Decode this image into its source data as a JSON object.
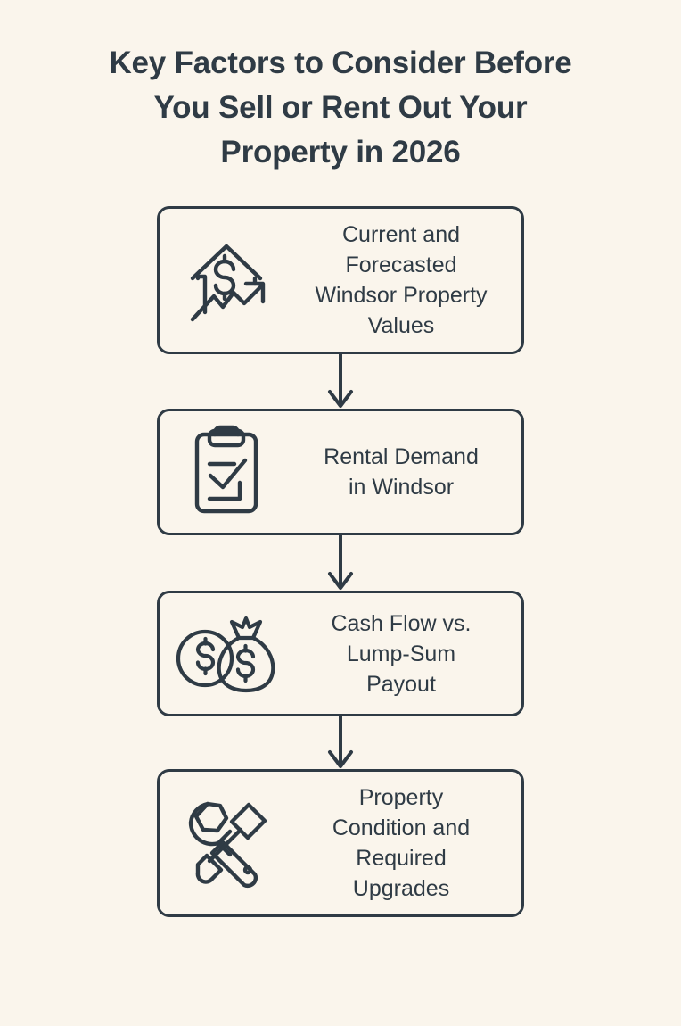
{
  "theme": {
    "background_color": "#faf5ec",
    "ink_color": "#2f3b45",
    "card_fill_color": "#faf5ec",
    "card_border_color": "#2f3b45"
  },
  "header": {
    "title": "Key Factors to Consider Before You Sell or Rent Out Your Property in 2026",
    "title_lines": [
      "Key Factors to Consider Before",
      "You Sell or Rent Out Your",
      "Property in 2026"
    ]
  },
  "flowchart": {
    "type": "vertical-flow",
    "step_count": 4,
    "connector_icon": "down-arrow-icon",
    "steps": [
      {
        "index": 1,
        "icon": "house-dollar-growth-icon",
        "label": "Current and Forecasted Windsor Property Values",
        "lines": [
          "Current and",
          "Forecasted",
          "Windsor Property",
          "Values"
        ]
      },
      {
        "index": 2,
        "icon": "clipboard-checklist-icon",
        "label": "Rental Demand in Windsor",
        "lines": [
          "Rental Demand",
          "in Windsor"
        ]
      },
      {
        "index": 3,
        "icon": "coin-and-money-bag-icon",
        "label": "Cash Flow vs. Lump-Sum Payout",
        "lines": [
          "Cash Flow vs.",
          "Lump-Sum",
          "Payout"
        ]
      },
      {
        "index": 4,
        "icon": "wrench-screwdriver-icon",
        "label": "Property Condition and Required Upgrades",
        "lines": [
          "Property",
          "Condition and",
          "Required",
          "Upgrades"
        ]
      }
    ]
  }
}
